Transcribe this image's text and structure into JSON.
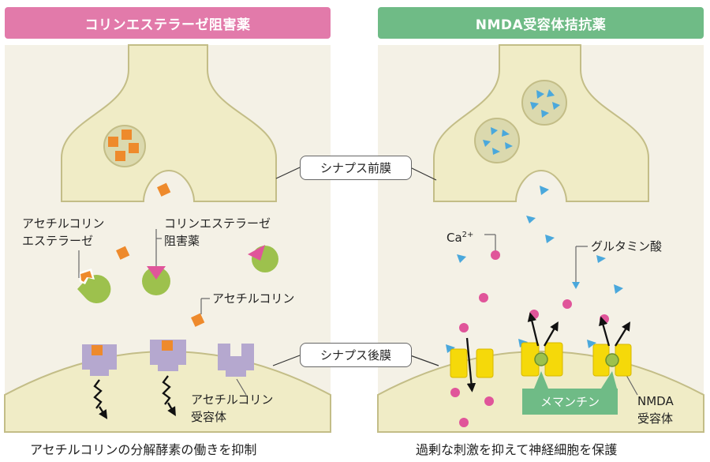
{
  "headers": {
    "left": "コリンエステラーゼ阻害薬",
    "right": "NMDA受容体拮抗薬"
  },
  "labels": {
    "presynaptic": "シナプス前膜",
    "postsynaptic": "シナプス後膜",
    "acetylcholinesterase_1": "アセチルコリン",
    "acetylcholinesterase_2": "エステラーゼ",
    "cholinesterase_inhibitor_1": "コリンエステラーゼ",
    "cholinesterase_inhibitor_2": "阻害薬",
    "acetylcholine": "アセチルコリン",
    "ach_receptor_1": "アセチルコリン",
    "ach_receptor_2": "受容体",
    "calcium_base": "Ca",
    "calcium_sup": "2+",
    "glutamate": "グルタミン酸",
    "nmda_receptor_1": "NMDA",
    "nmda_receptor_2": "受容体",
    "memantine": "メマンチン"
  },
  "captions": {
    "left": "アセチルコリンの分解酵素の働きを抑制",
    "right": "過剰な刺激を抑えて神経細胞を保護"
  },
  "colors": {
    "pink_header": "#e27aaa",
    "green_header": "#6fbb86",
    "panel_bg": "#f4f1e6",
    "neuron_fill": "#f0ecc6",
    "neuron_stroke": "#c3bd87",
    "acetylcholine": "#ee8a2c",
    "inhibitor": "#e0559a",
    "esterase": "#9dc14d",
    "receptor": "#b5a8cf",
    "nmda": "#f5d90a",
    "calcium": "#e0559a",
    "glutamate": "#4aa8dc"
  }
}
